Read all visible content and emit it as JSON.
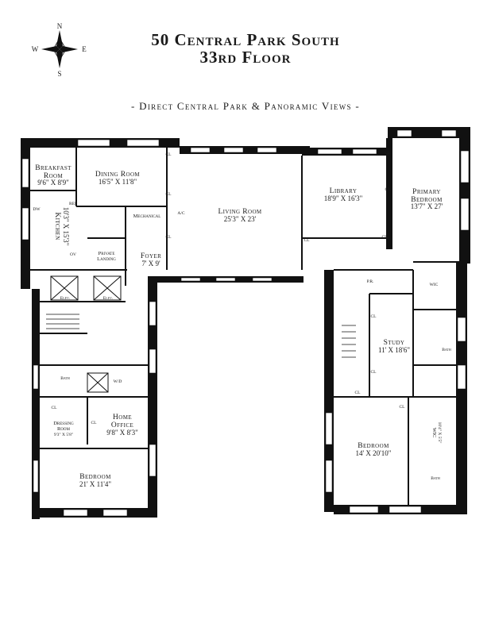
{
  "header": {
    "title": "50 Central Park South",
    "floor": "33rd Floor",
    "subtitle": "- Direct Central Park & Panoramic Views -"
  },
  "compass": {
    "n": "N",
    "s": "S",
    "e": "E",
    "w": "W"
  },
  "rooms": {
    "breakfast": {
      "name1": "Breakfast",
      "name2": "Room",
      "dims": "9'6\" X 8'9\""
    },
    "dining": {
      "name": "Dining Room",
      "dims": "16'5\" X 11'8\""
    },
    "living": {
      "name": "Living Room",
      "dims": "25'3\" X 23'"
    },
    "library": {
      "name": "Library",
      "dims": "18'9\" X 16'3\""
    },
    "primary": {
      "name1": "Primary",
      "name2": "Bedroom",
      "dims": "13'7\" X 27'"
    },
    "kitchen": {
      "name": "Kitchen",
      "dims": "10'3\" X 15'3\""
    },
    "mechanical": {
      "name": "Mechanical"
    },
    "private_landing": {
      "name1": "Private",
      "name2": "Landing"
    },
    "foyer": {
      "name": "Foyer",
      "dims": "7' X 9'"
    },
    "study": {
      "name": "Study",
      "dims": "11' X 18'6\""
    },
    "home_office": {
      "name1": "Home",
      "name2": "Office",
      "dims": "9'8\" X 8'3\""
    },
    "dressing": {
      "name1": "Dressing",
      "name2": "Room",
      "dims": "9'3\" X 5'8\""
    },
    "bedroom_left": {
      "name": "Bedroom",
      "dims": "21' X 11'4\""
    },
    "bedroom_right": {
      "name": "Bedroom",
      "dims": "14' X 20'10\""
    },
    "wic_right": {
      "name": "WIC",
      "dims": "10'4\" X 5'5\""
    }
  },
  "labels": {
    "cl": "CL",
    "bath": "Bath",
    "pr": "P.R.",
    "wic": "WIC",
    "elev": "Elev.",
    "dw": "DW",
    "ref": "REF",
    "ov": "OV",
    "wd": "W/D",
    "ac": "A/C"
  }
}
